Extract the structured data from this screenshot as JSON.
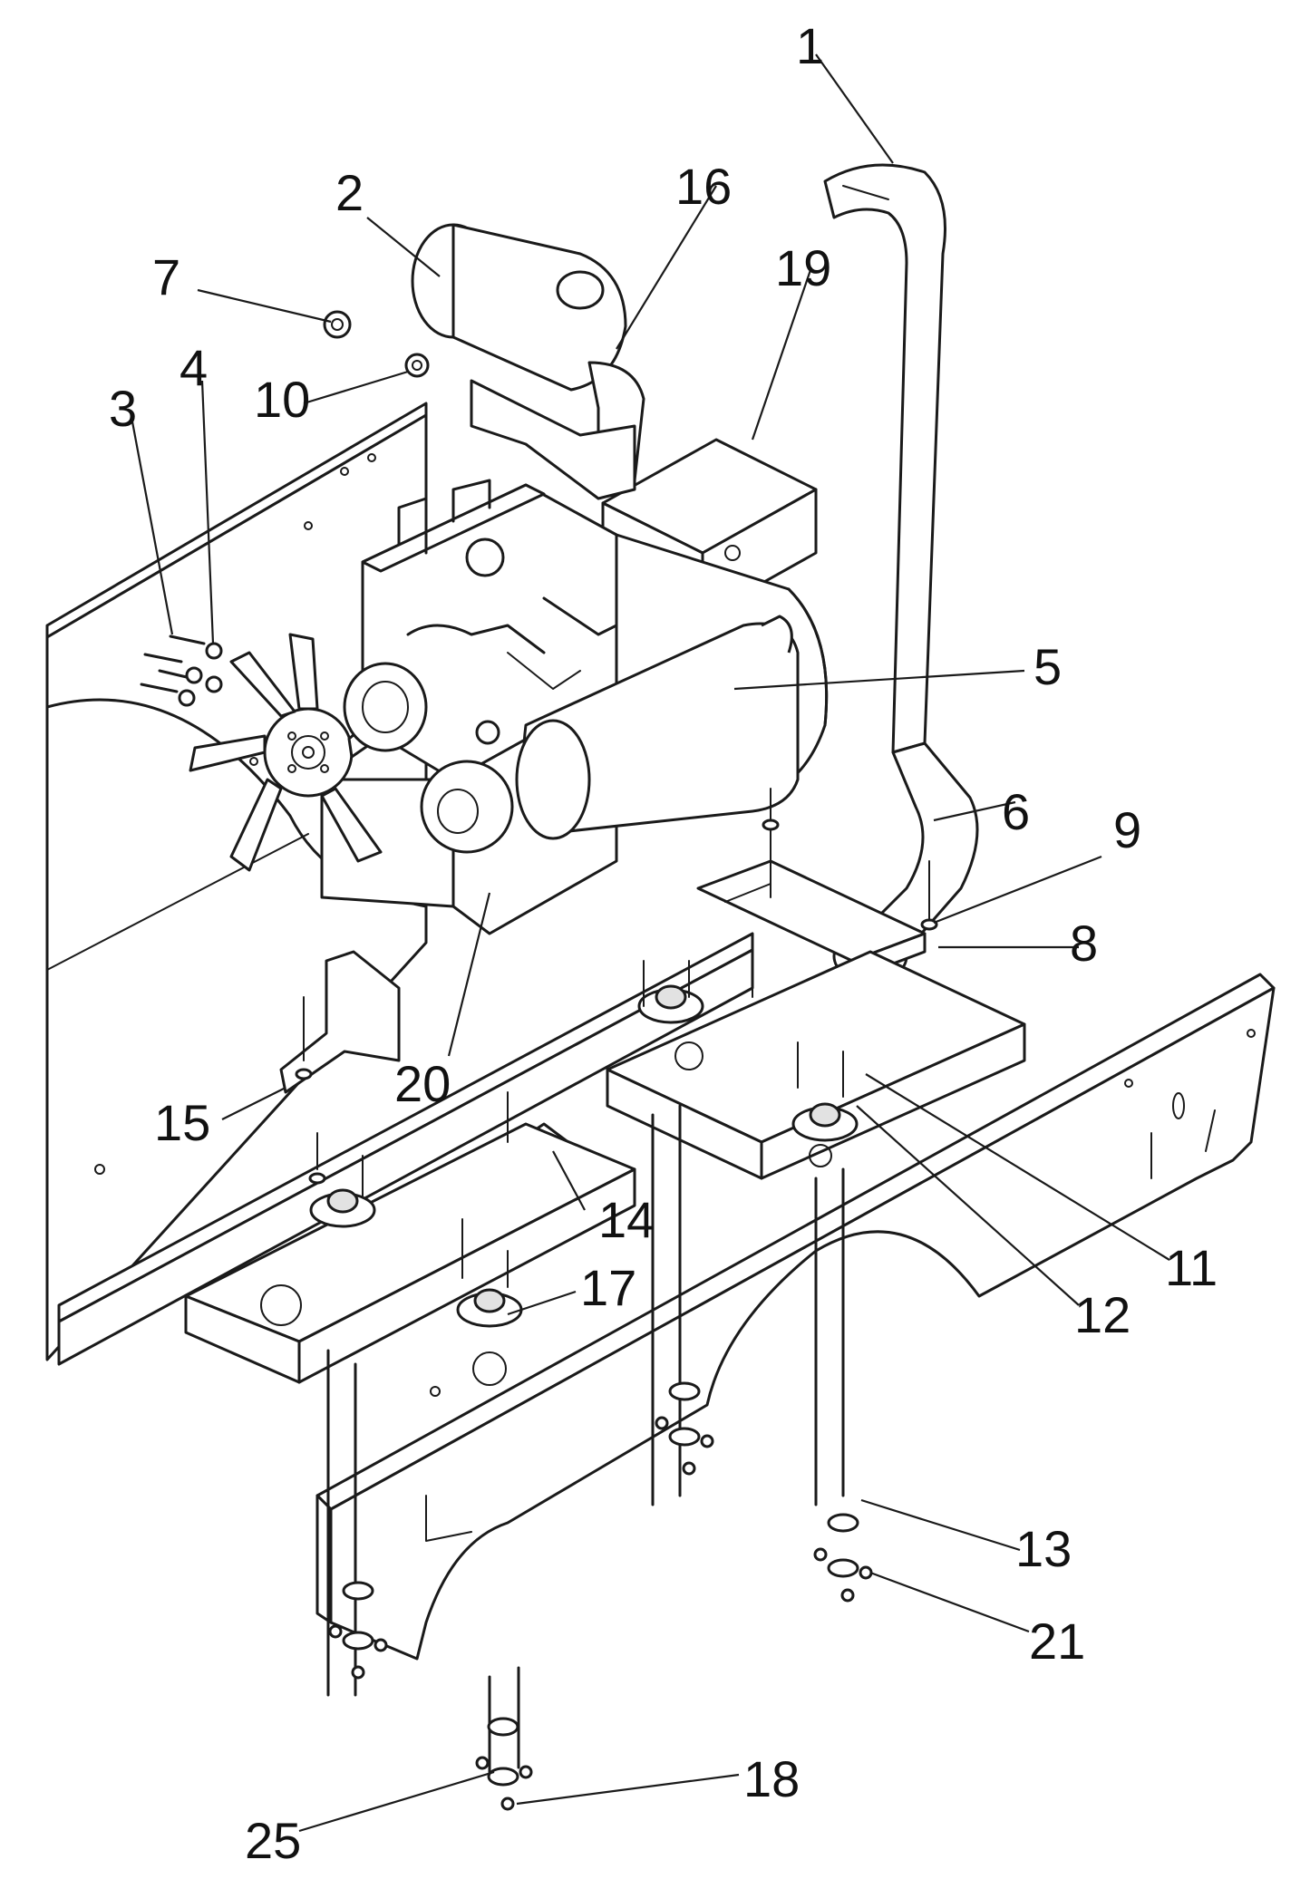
{
  "diagram": {
    "callouts": [
      {
        "id": "1",
        "label": "1"
      },
      {
        "id": "2",
        "label": "2"
      },
      {
        "id": "3",
        "label": "3"
      },
      {
        "id": "4",
        "label": "4"
      },
      {
        "id": "5",
        "label": "5"
      },
      {
        "id": "6",
        "label": "6"
      },
      {
        "id": "7",
        "label": "7"
      },
      {
        "id": "8",
        "label": "8"
      },
      {
        "id": "9",
        "label": "9"
      },
      {
        "id": "10",
        "label": "10"
      },
      {
        "id": "11",
        "label": "11"
      },
      {
        "id": "12",
        "label": "12"
      },
      {
        "id": "13",
        "label": "13"
      },
      {
        "id": "14",
        "label": "14"
      },
      {
        "id": "15",
        "label": "15"
      },
      {
        "id": "16",
        "label": "16"
      },
      {
        "id": "17",
        "label": "17"
      },
      {
        "id": "18",
        "label": "18"
      },
      {
        "id": "19",
        "label": "19"
      },
      {
        "id": "20",
        "label": "20"
      },
      {
        "id": "21",
        "label": "21"
      },
      {
        "id": "25",
        "label": "25"
      }
    ]
  }
}
